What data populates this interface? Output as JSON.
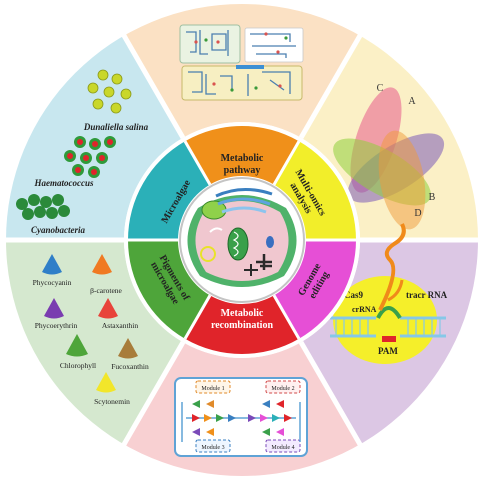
{
  "center": {
    "inner_labels": {
      "metabolic_pathway": "Metabolic pathway",
      "multi_omics": "Multi-omics analysis",
      "genome_editing": "Genome editing",
      "metabolic_recombination": "Metabolic recombination",
      "pigments": "Pigments of microalgae",
      "microalgae": "Microalgae"
    }
  },
  "microalgae_panel": {
    "species": [
      "Dunaliella salina",
      "Haematococcus",
      "Cyanobacteria"
    ]
  },
  "pigments_panel": {
    "pigments": [
      "Phycocyanin",
      "β-carotene",
      "Phycoerythrin",
      "Astaxanthin",
      "Chlorophyll",
      "Fucoxanthin",
      "Scytonemin"
    ]
  },
  "venn_panel": {
    "sets": [
      "C",
      "A",
      "B",
      "D"
    ]
  },
  "crispr_panel": {
    "labels": {
      "cas9": "Cas9",
      "tracr": "tracr RNA",
      "crrna": "crRNA",
      "pam": "PAM"
    }
  },
  "modules_panel": {
    "modules": [
      "Module 1",
      "Module 2",
      "Module 3",
      "Module 4"
    ]
  },
  "colors": {
    "metabolic_pathway": "#f0901a",
    "multi_omics": "#f2ee2a",
    "genome_editing": "#e64fd6",
    "metabolic_recombination": "#e0242a",
    "pigments": "#4ea53a",
    "microalgae": "#2bb0b8"
  }
}
